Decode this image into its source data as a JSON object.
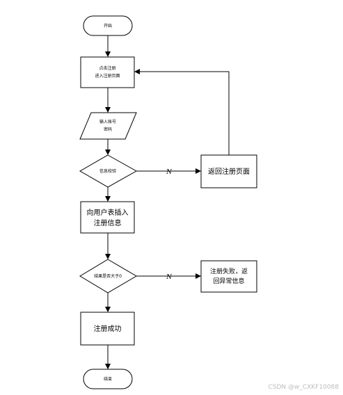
{
  "nodes": {
    "start": "开始",
    "click_register_1": "点击注册",
    "click_register_2": "进入注册页面",
    "input_1": "输入账号",
    "input_2": "密码",
    "check": "信息校验",
    "back_register": "返回注册页面",
    "insert_1": "向用户表插入",
    "insert_2": "注册信息",
    "result_check": "结果是否大于0",
    "fail_1": "注册失败，返",
    "fail_2": "回异常信息",
    "success": "注册成功",
    "end": "结束"
  },
  "edge_labels": {
    "check_no": "N",
    "result_no": "N"
  },
  "watermark": "CSDN @w_CXKF10088"
}
